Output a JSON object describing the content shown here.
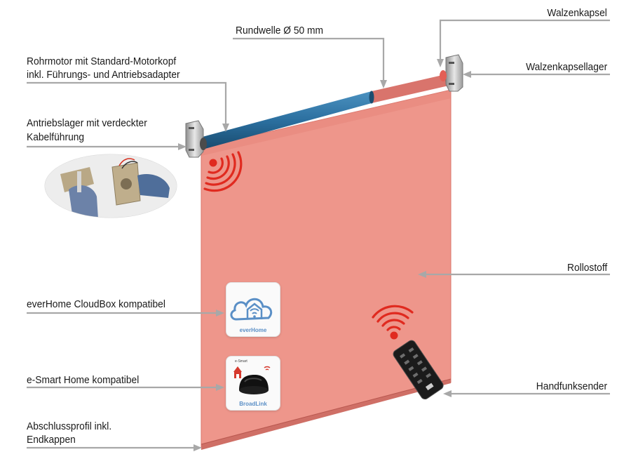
{
  "labels": {
    "walzenkapsel": "Walzenkapsel",
    "rundwelle": "Rundwelle Ø 50 mm",
    "rohrmotor_1": "Rohrmotor mit Standard-Motorkopf",
    "rohrmotor_2": "inkl. Führungs- und Antriebsadapter",
    "walzenkapsellager": "Walzenkapsellager",
    "antriebslager_1": "Antriebslager mit verdeckter",
    "antriebslager_2": "Kabelführung",
    "rollostoff": "Rollostoff",
    "everhome": "everHome CloudBox kompatibel",
    "esmart": "e-Smart Home kompatibel",
    "handfunksender": "Handfunksender",
    "abschluss_1": "Abschlussprofil inkl.",
    "abschluss_2": "Endkappen"
  },
  "tiles": {
    "everhome_brand": "everHome",
    "broadlink_brand": "BroadLink",
    "esmart_small": "e-Smart"
  },
  "colors": {
    "fabric": "#ee968b",
    "fabric_edge": "#d9766b",
    "tube": "#2b6f9f",
    "signal": "#e02a1f",
    "leader": "#a8a8a8",
    "everhome_blue": "#5a8fc6"
  }
}
